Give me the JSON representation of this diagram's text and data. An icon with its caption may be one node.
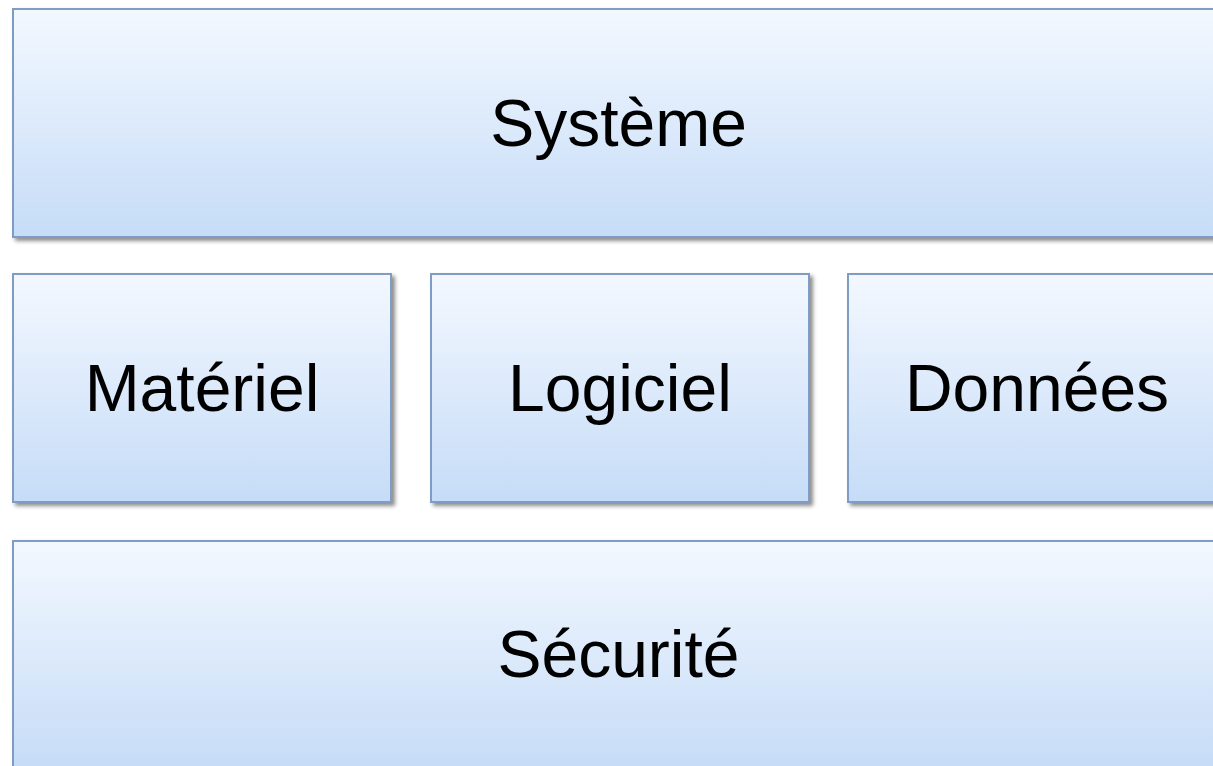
{
  "diagram": {
    "nodes": [
      {
        "text": [
          "Système"
        ]
      },
      {
        "text": [
          "Matériel"
        ]
      },
      {
        "text": [
          "Logiciel"
        ]
      },
      {
        "text": [
          "Données"
        ]
      },
      {
        "text": [
          "Sécurité"
        ]
      }
    ]
  }
}
